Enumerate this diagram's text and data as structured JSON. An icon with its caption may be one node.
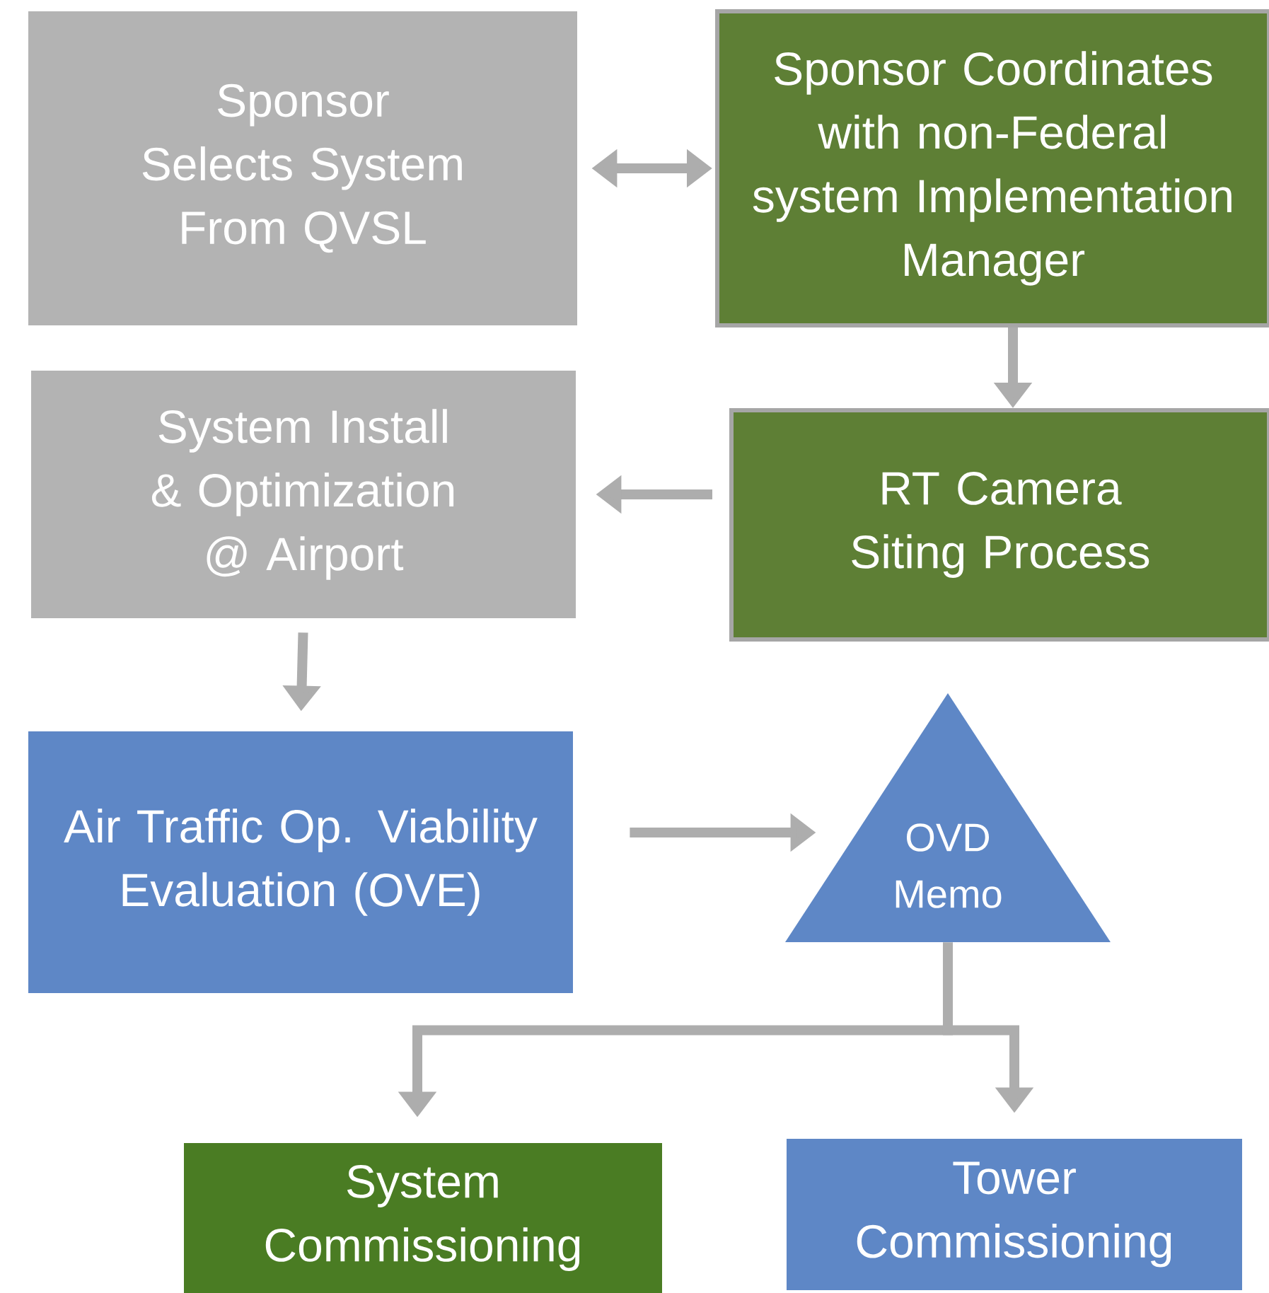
{
  "diagram": {
    "nodes": [
      {
        "text": [
          "Sponsor Selects System From QVSL"
        ]
      },
      {
        "text": [
          "Sponsor Coordinates with non-Federal system Implementation Manager"
        ]
      },
      {
        "text": [
          "System Install & Optimization @ Airport"
        ]
      },
      {
        "text": [
          "RT Camera Siting Process"
        ]
      },
      {
        "text": [
          "Air Traffic Op. Viability Evaluation (OVE)"
        ]
      },
      {
        "text": [
          "OVD Memo"
        ]
      },
      {
        "text": [
          "System Commissioning"
        ]
      },
      {
        "text": [
          "Tower Commissioning"
        ]
      }
    ],
    "edges": [
      {
        "from": 0,
        "to": 1,
        "arrow": "both"
      },
      {
        "from": 1,
        "to": 3,
        "arrow": "to"
      },
      {
        "from": 3,
        "to": 2,
        "arrow": "to"
      },
      {
        "from": 2,
        "to": 4,
        "arrow": "to"
      },
      {
        "from": 4,
        "to": 5,
        "arrow": "to"
      },
      {
        "from": 5,
        "to": 6,
        "arrow": "to"
      },
      {
        "from": 5,
        "to": 7,
        "arrow": "to"
      }
    ]
  }
}
